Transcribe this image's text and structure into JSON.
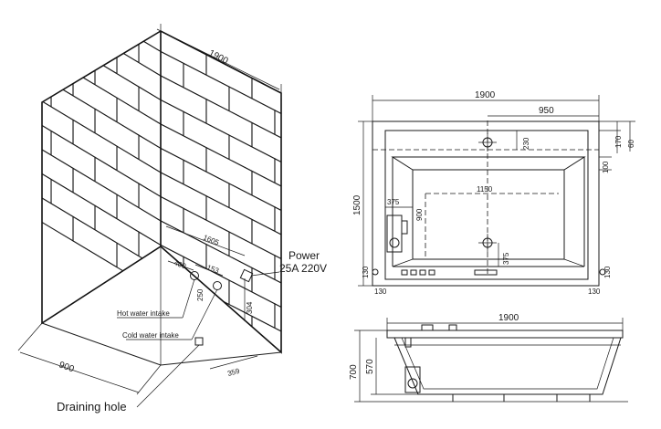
{
  "iso_view": {
    "width_dim": "1900",
    "depth_dim": "900",
    "inner_dims": [
      "1605",
      "400",
      "153",
      "250",
      "304",
      "359"
    ],
    "power_label": "Power",
    "power_spec": "25A 220V",
    "hot_water_label": "Hot water intake",
    "cold_water_label": "Cold water intake",
    "drain_label": "Draining hole"
  },
  "plan_view": {
    "overall_width": "1900",
    "faucet_offset": "950",
    "faucet_depth": "230",
    "rim_dims": [
      "170",
      "60",
      "100"
    ],
    "height_dim": "1500",
    "left_dim": "375",
    "inner_length": "1150",
    "inner_width": "900",
    "drain_offset": "375",
    "corner_dims": [
      "130",
      "130",
      "130",
      "130"
    ]
  },
  "side_view": {
    "overall_width": "1900",
    "height_total": "700",
    "height_inner": "570"
  },
  "colors": {
    "line": "#1a1a1a",
    "background": "#ffffff"
  }
}
